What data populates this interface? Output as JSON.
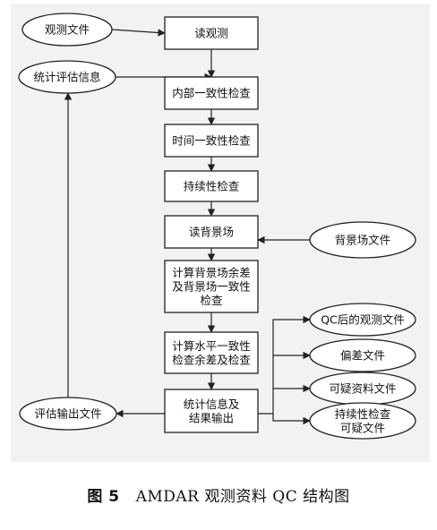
{
  "diagram": {
    "nodes": [
      {
        "id": "obs_file",
        "shape": "ellipse",
        "lines": [
          "观测文件"
        ]
      },
      {
        "id": "read_obs",
        "shape": "rect",
        "lines": [
          "读观测"
        ]
      },
      {
        "id": "stat_eval",
        "shape": "ellipse",
        "lines": [
          "统计评估信息"
        ]
      },
      {
        "id": "internal_check",
        "shape": "rect",
        "lines": [
          "内部一致性检查"
        ]
      },
      {
        "id": "time_check",
        "shape": "rect",
        "lines": [
          "时间一致性检查"
        ]
      },
      {
        "id": "persist_check",
        "shape": "rect",
        "lines": [
          "持续性检查"
        ]
      },
      {
        "id": "read_bg",
        "shape": "rect",
        "lines": [
          "读背景场"
        ]
      },
      {
        "id": "bg_file",
        "shape": "ellipse",
        "lines": [
          "背景场文件"
        ]
      },
      {
        "id": "bg_resid",
        "shape": "rect",
        "lines": [
          "计算背景场余差",
          "及背景场一致性",
          "检查"
        ]
      },
      {
        "id": "horiz_check",
        "shape": "rect",
        "lines": [
          "计算水平一致性",
          "检查余差及检查"
        ]
      },
      {
        "id": "stat_output",
        "shape": "rect",
        "lines": [
          "统计信息及",
          "结果输出"
        ]
      },
      {
        "id": "eval_output_file",
        "shape": "ellipse",
        "lines": [
          "评估输出文件"
        ]
      },
      {
        "id": "qc_obs_file",
        "shape": "ellipse",
        "lines": [
          "QC后的观测文件"
        ]
      },
      {
        "id": "bias_file",
        "shape": "ellipse",
        "lines": [
          "偏差文件"
        ]
      },
      {
        "id": "suspect_file",
        "shape": "ellipse",
        "lines": [
          "可疑资料文件"
        ]
      },
      {
        "id": "persist_suspect_file",
        "shape": "ellipse",
        "lines": [
          "持续性检查",
          "可疑文件"
        ]
      }
    ],
    "edges": [
      {
        "from": "obs_file",
        "to": "read_obs"
      },
      {
        "from": "read_obs",
        "to": "internal_check"
      },
      {
        "from": "stat_eval",
        "to": "internal_check"
      },
      {
        "from": "internal_check",
        "to": "time_check"
      },
      {
        "from": "time_check",
        "to": "persist_check"
      },
      {
        "from": "persist_check",
        "to": "read_bg"
      },
      {
        "from": "bg_file",
        "to": "read_bg"
      },
      {
        "from": "read_bg",
        "to": "bg_resid"
      },
      {
        "from": "bg_resid",
        "to": "horiz_check"
      },
      {
        "from": "horiz_check",
        "to": "stat_output"
      },
      {
        "from": "stat_output",
        "to": "eval_output_file"
      },
      {
        "from": "eval_output_file",
        "to": "stat_eval"
      },
      {
        "from": "stat_output",
        "to": "qc_obs_file"
      },
      {
        "from": "stat_output",
        "to": "bias_file"
      },
      {
        "from": "stat_output",
        "to": "suspect_file"
      },
      {
        "from": "stat_output",
        "to": "persist_suspect_file"
      }
    ]
  },
  "caption": {
    "figure": "图 5",
    "text": "AMDAR 观测资料 QC 结构图"
  }
}
